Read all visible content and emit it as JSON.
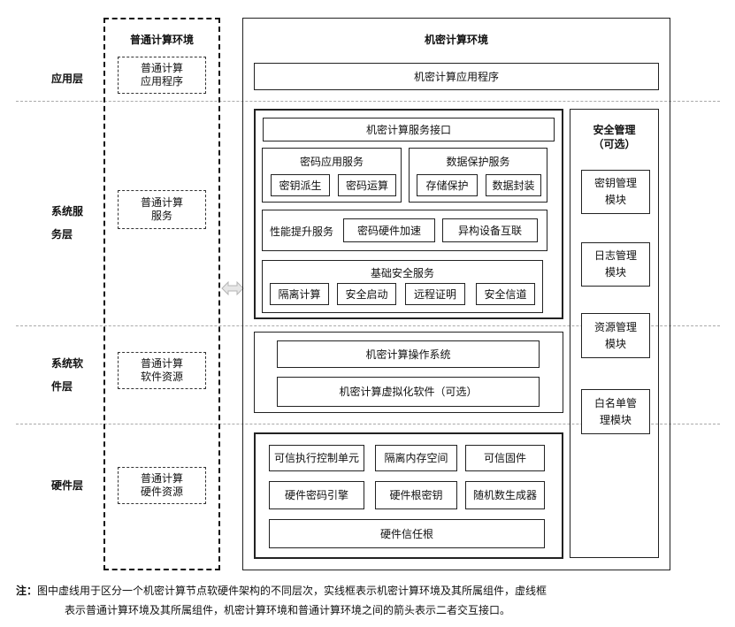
{
  "layers": {
    "app": "应用层",
    "sys_service": "系统服\n务层",
    "sys_software": "系统软\n件层",
    "hardware": "硬件层"
  },
  "normal_env": {
    "title": "普通计算环境",
    "app": "普通计算\n应用程序",
    "service": "普通计算\n服务",
    "software": "普通计算\n软件资源",
    "hardware": "普通计算\n硬件资源"
  },
  "secure_env": {
    "title": "机密计算环境",
    "app": "机密计算应用程序",
    "service_interface": "机密计算服务接口",
    "crypto_service": {
      "title": "密码应用服务",
      "items": [
        "密钥派生",
        "密码运算"
      ]
    },
    "data_protect": {
      "title": "数据保护服务",
      "items": [
        "存储保护",
        "数据封装"
      ]
    },
    "perf": {
      "title": "性能提升服务",
      "items": [
        "密码硬件加速",
        "异构设备互联"
      ]
    },
    "basic_security": {
      "title": "基础安全服务",
      "items": [
        "隔离计算",
        "安全启动",
        "远程证明",
        "安全信道"
      ]
    },
    "os": "机密计算操作系统",
    "virt": "机密计算虚拟化软件（可选）",
    "hardware": {
      "row1": [
        "可信执行控制单元",
        "隔离内存空间",
        "可信固件"
      ],
      "row2": [
        "硬件密码引擎",
        "硬件根密钥",
        "随机数生成器"
      ],
      "root": "硬件信任根"
    },
    "mgmt": {
      "title": "安全管理\n（可选）",
      "items": [
        "密钥管理\n模块",
        "日志管理\n模块",
        "资源管理\n模块",
        "白名单管\n理模块"
      ]
    }
  },
  "note": {
    "prefix": "注：",
    "line1": "图中虚线用于区分一个机密计算节点软硬件架构的不同层次，实线框表示机密计算环境及其所属组件，虚线框",
    "line2": "表示普通计算环境及其所属组件，机密计算环境和普通计算环境之间的箭头表示二者交互接口。"
  }
}
